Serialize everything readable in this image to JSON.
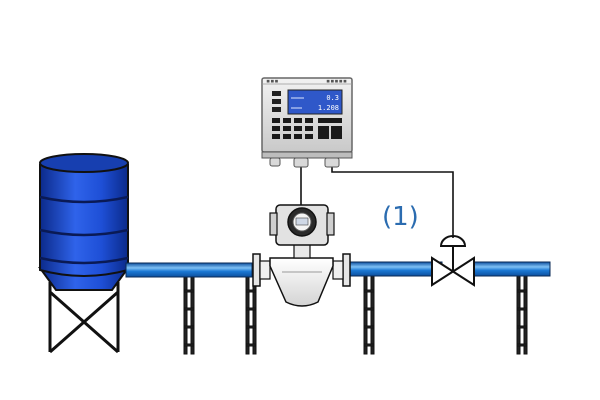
{
  "diagram": {
    "callout_label": "(1)",
    "controller_display": {
      "row1_value": "0.3",
      "row2_value": "1.208"
    }
  },
  "colors": {
    "pipe_blue": "#1a78d4",
    "pipe_highlight": "#7ec0f5",
    "tank_blue": "#1e4fd6",
    "tank_dark": "#0b2a8a",
    "label_blue": "#2b6cb0",
    "lcd_blue": "#2f58c9",
    "outline": "#1a1a1a"
  },
  "icons": {
    "tank": "water-tank-icon",
    "flowmeter": "coriolis-flowmeter-icon",
    "valve": "control-valve-icon",
    "controller": "batch-controller-icon"
  }
}
